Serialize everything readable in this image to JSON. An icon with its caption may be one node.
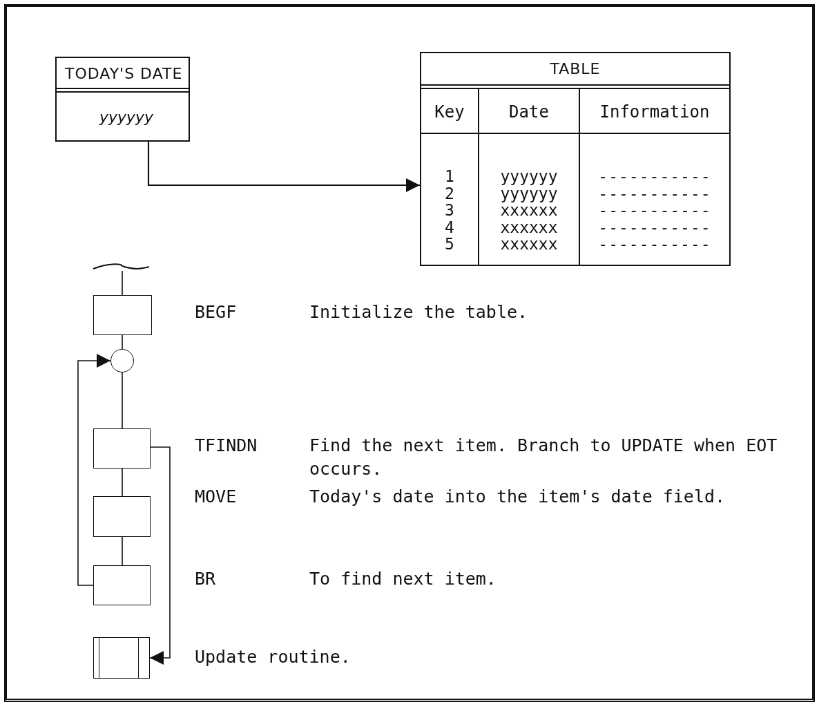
{
  "diagram": {
    "nodes": [
      {
        "text": [
          "TODAY'S DATE",
          "yyyyyy"
        ]
      },
      {
        "text": [
          "TABLE"
        ]
      },
      {
        "text": [],
        "shape": "box",
        "beside": [
          "BEGF"
        ]
      },
      {
        "text": [],
        "shape": "circle"
      },
      {
        "text": [],
        "shape": "box",
        "beside": [
          "TFINDN"
        ]
      },
      {
        "text": [],
        "shape": "box",
        "beside": [
          "MOVE"
        ]
      },
      {
        "text": [],
        "shape": "box",
        "beside": [
          "BR"
        ]
      },
      {
        "text": [],
        "shape": "box",
        "beside": [
          "Update routine."
        ]
      }
    ],
    "edges": [
      {
        "from": 0,
        "to": 1,
        "arrow": "to"
      },
      {
        "from": null,
        "to": 2,
        "arrow": "none"
      },
      {
        "from": 2,
        "to": 3,
        "arrow": "none"
      },
      {
        "from": 3,
        "to": 4,
        "arrow": "none"
      },
      {
        "from": 4,
        "to": 5,
        "arrow": "none"
      },
      {
        "from": 5,
        "to": 6,
        "arrow": "none"
      },
      {
        "from": 6,
        "to": 3,
        "arrow": "to"
      },
      {
        "from": 4,
        "to": 7,
        "arrow": "to"
      }
    ],
    "labels": [
      "Key",
      "Date",
      "Information",
      "1",
      "yyyyyy",
      "-----------",
      "2",
      "yyyyyy",
      "-----------",
      "3",
      "xxxxxx",
      "-----------",
      "4",
      "xxxxxx",
      "-----------",
      "5",
      "xxxxxx",
      "-----------",
      "Initialize the table.",
      "Find the next item. Branch to UPDATE when EOT occurs.",
      "Today's date into the item's date field.",
      "To find next item."
    ]
  }
}
